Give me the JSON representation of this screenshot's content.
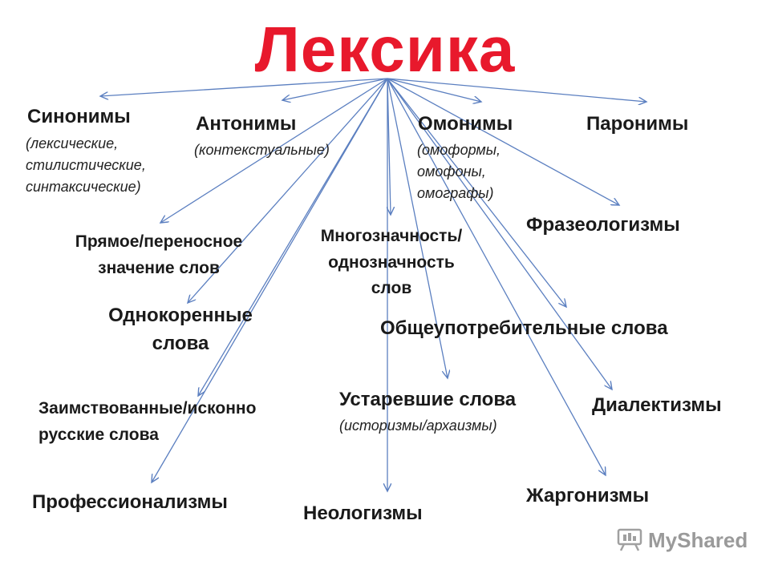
{
  "title": "Лексика",
  "arrow_color": "#5b7fc0",
  "title_color": "#e8192c",
  "terms": {
    "synonyms": "Синонимы",
    "synonyms_sub": [
      "(лексические,",
      "стилистические,",
      "синтаксические)"
    ],
    "antonyms": "Антонимы",
    "antonyms_sub": "(контекстуальные)",
    "homonyms": "Омонимы",
    "homonyms_sub": [
      "(омоформы,",
      "омофоны,",
      "омографы)"
    ],
    "paronyms": "Паронимы",
    "phraseologisms": "Фразеологизмы",
    "literal_figurative": [
      "Прямое/переносное",
      "значение слов"
    ],
    "polysemy": [
      "Многозначность/",
      "однозначность",
      "слов"
    ],
    "cognates": [
      "Однокоренные",
      "слова"
    ],
    "common_words": "Общеупотребительные слова",
    "borrowed_native": [
      "Заимствованные/исконно",
      "русские слова"
    ],
    "obsolete": "Устаревшие слова",
    "obsolete_sub": "(историзмы/архаизмы)",
    "dialectisms": "Диалектизмы",
    "professionalisms": "Профессионализмы",
    "neologisms": "Неологизмы",
    "jargonisms": "Жаргонизмы"
  },
  "watermark": "MyShared",
  "watermark_icon": "presentation-board-icon"
}
